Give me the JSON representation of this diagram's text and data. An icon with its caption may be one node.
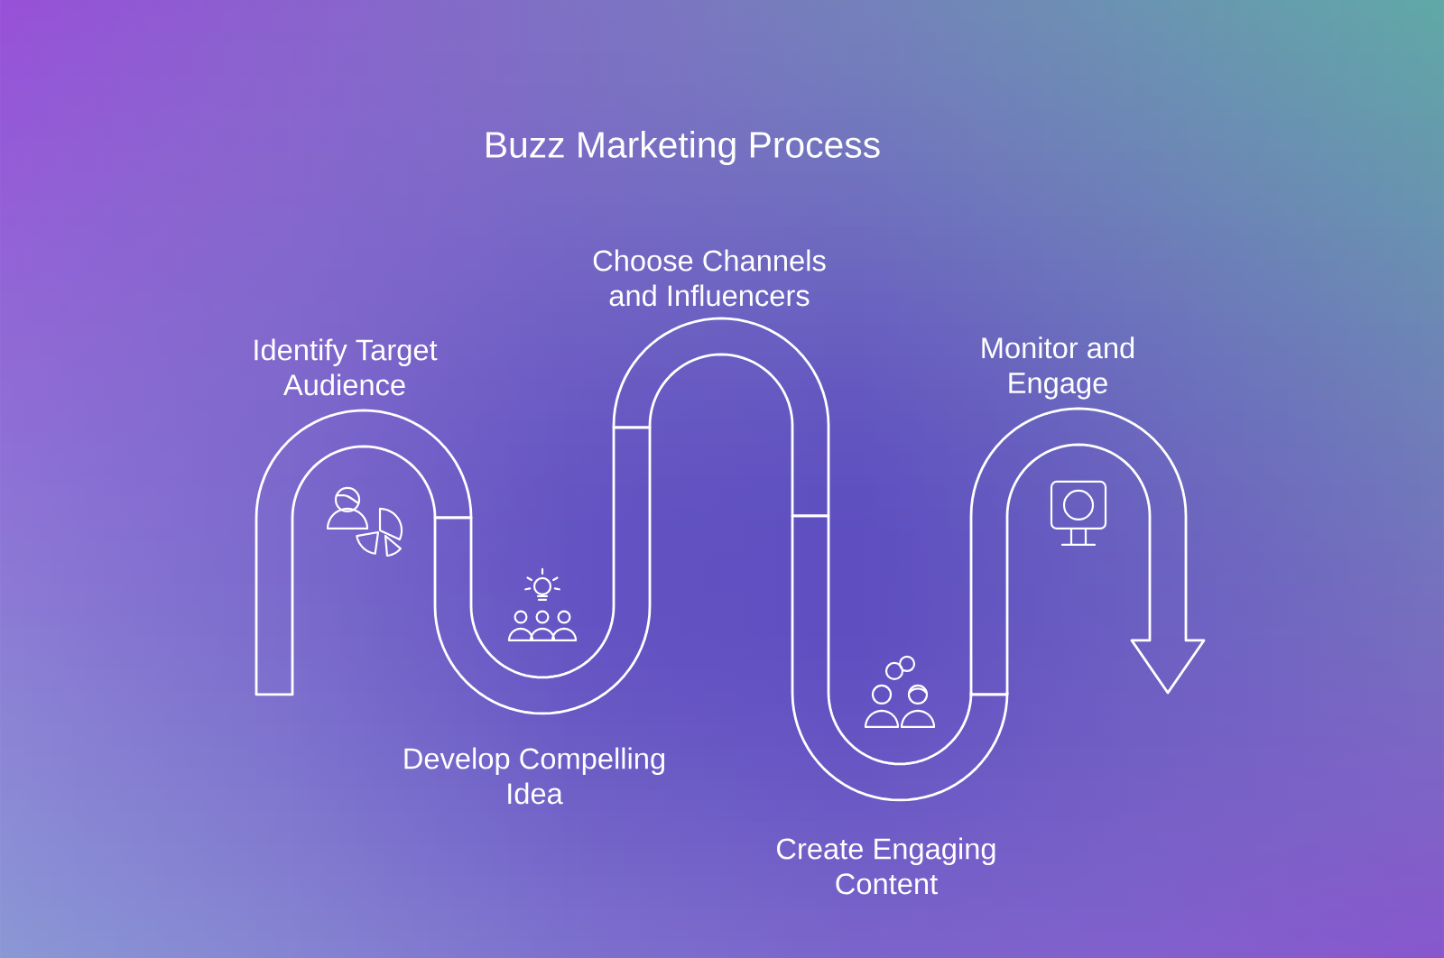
{
  "diagram": {
    "title": "Buzz Marketing Process",
    "nodes": [
      {
        "text": [
          "Identify Target Audience"
        ]
      },
      {
        "text": [
          "Develop Compelling Idea"
        ]
      },
      {
        "text": [
          "Choose Channels and Influencers"
        ]
      },
      {
        "text": [
          "Create Engaging Content"
        ]
      },
      {
        "text": [
          "Monitor and Engage"
        ]
      }
    ]
  }
}
